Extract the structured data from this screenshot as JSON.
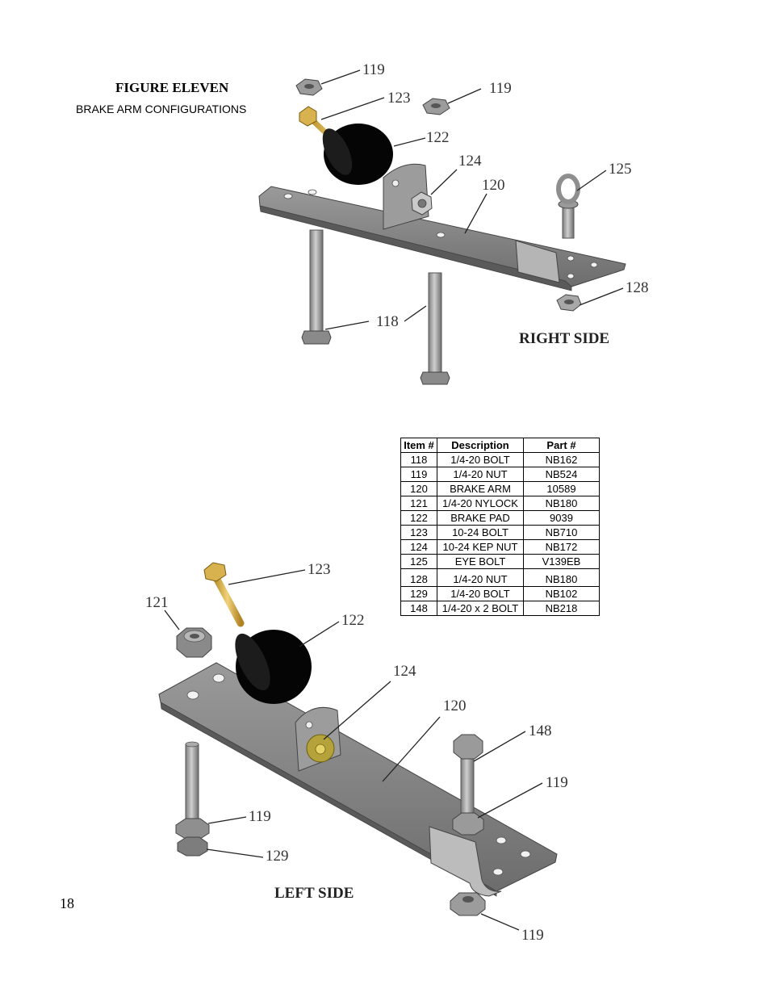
{
  "figure": {
    "title": "FIGURE ELEVEN",
    "subtitle": "BRAKE ARM CONFIGURATIONS"
  },
  "page_number": "18",
  "right_side": {
    "label": "RIGHT SIDE",
    "callouts": [
      "119",
      "119",
      "123",
      "122",
      "124",
      "120",
      "125",
      "128",
      "118"
    ]
  },
  "left_side": {
    "label": "LEFT SIDE",
    "callouts": [
      "123",
      "121",
      "122",
      "124",
      "120",
      "148",
      "119",
      "119",
      "129",
      "119"
    ]
  },
  "parts_table": {
    "headers": [
      "Item #",
      "Description",
      "Part #"
    ],
    "rows": [
      [
        "118",
        "1/4-20 BOLT",
        "NB162"
      ],
      [
        "119",
        "1/4-20 NUT",
        "NB524"
      ],
      [
        "120",
        "BRAKE ARM",
        "10589"
      ],
      [
        "121",
        "1/4-20 NYLOCK",
        "NB180"
      ],
      [
        "122",
        "BRAKE PAD",
        "9039"
      ],
      [
        "123",
        "10-24 BOLT",
        "NB710"
      ],
      [
        "124",
        "10-24 KEP NUT",
        "NB172"
      ],
      [
        "125",
        "EYE BOLT",
        "V139EB"
      ],
      [
        "128",
        "1/4-20 NUT",
        "NB180"
      ],
      [
        "129",
        "1/4-20 BOLT",
        "NB102"
      ],
      [
        "148",
        "1/4-20 x 2 BOLT",
        "NB218"
      ]
    ]
  }
}
